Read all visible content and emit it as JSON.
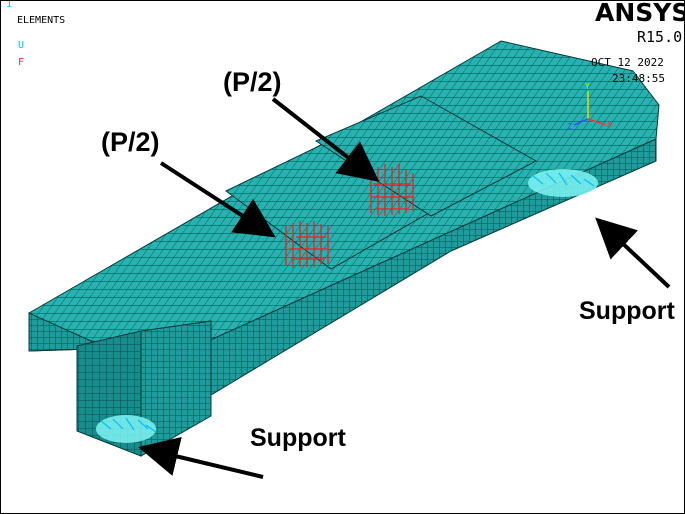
{
  "viewport": {
    "index": "1",
    "plot_title": "ELEMENTS",
    "legend": [
      {
        "symbol": "U",
        "color": "#00bfff"
      },
      {
        "symbol": "F",
        "color": "#ff2020"
      }
    ],
    "product": "ANSYS",
    "release": "R15.0",
    "date": "OCT 12 2022",
    "time": "23:48:55"
  },
  "annotations": {
    "load_left": "(P/2)",
    "load_right": "(P/2)",
    "support_right": "Support",
    "support_bottom": "Support"
  },
  "colors": {
    "mesh_fill": "#1fa3a3",
    "mesh_top": "#26b2b0",
    "mesh_side_dark": "#158585",
    "mesh_line": "#063a3a",
    "force": "#ff1a1a",
    "constraint": "#7ff5f5",
    "arrow": "#000000"
  },
  "icons": [
    "axis-triad-icon",
    "force-symbol-icon",
    "displacement-constraint-icon"
  ]
}
